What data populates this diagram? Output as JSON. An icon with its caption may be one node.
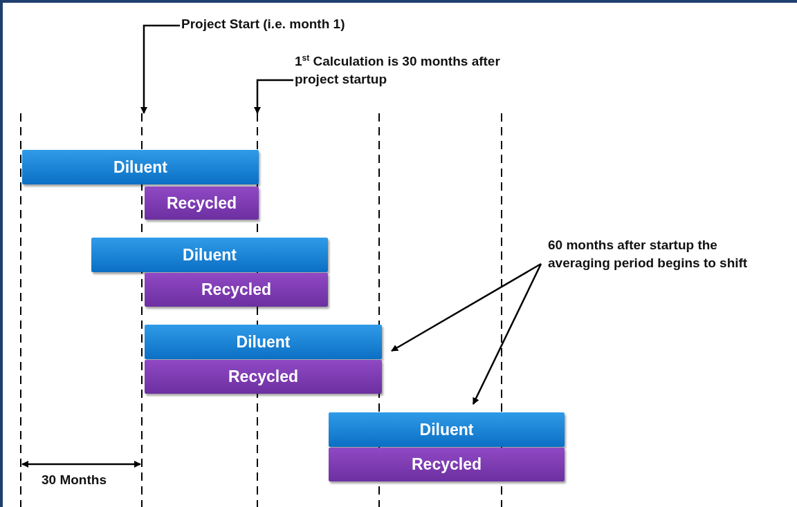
{
  "diagram": {
    "nodes": [
      {
        "text": [
          "Project Start (i.e. month 1)"
        ]
      },
      {
        "text": [
          "1$^{st}$ Calculation is 30 months after project startup"
        ]
      },
      {
        "text": [
          "Diluent"
        ]
      },
      {
        "text": [
          "Recycled"
        ]
      },
      {
        "text": [
          "Diluent"
        ]
      },
      {
        "text": [
          "Recycled"
        ]
      },
      {
        "text": [
          "Diluent"
        ]
      },
      {
        "text": [
          "Recycled"
        ]
      },
      {
        "text": [
          "Diluent"
        ]
      },
      {
        "text": [
          "Recycled"
        ]
      },
      {
        "text": [
          "60 months after startup the averaging period begins to shift"
        ]
      }
    ],
    "edges": [
      {
        "from": 0,
        "to": null,
        "arrow": "to"
      },
      {
        "from": 1,
        "to": null,
        "arrow": "to"
      },
      {
        "from": 10,
        "to": 6,
        "arrow": "to"
      },
      {
        "from": 10,
        "to": 8,
        "arrow": "to"
      }
    ],
    "labels": [
      "30 Months"
    ]
  }
}
